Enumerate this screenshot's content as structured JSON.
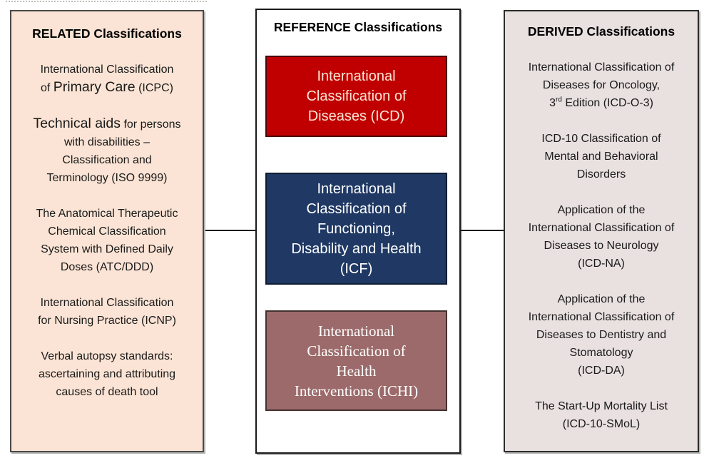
{
  "colors": {
    "related_bg": "#FBE4D5",
    "derived_bg": "#E9E0E0",
    "icd_bg": "#C00000",
    "icd_text": "#FBE5D6",
    "icf_bg": "#1F3864",
    "icf_text": "#FFFFFF",
    "ichi_bg": "#9C6A6A",
    "ichi_text": "#FFFFFF",
    "connector": "#1A1A1A",
    "text": "#1A1A1A"
  },
  "related": {
    "title": "RELATED Classifications",
    "item1": {
      "pre": "International Classification\nof ",
      "big": "Primary Care",
      "post": " (ICPC)"
    },
    "item2": {
      "big": "Technical aids",
      "post": " for persons\nwith disabilities –\nClassification and\nTerminology (ISO 9999)"
    },
    "item3": "The Anatomical Therapeutic\nChemical Classification\nSystem with Defined Daily\nDoses (ATC/DDD)",
    "item4": "International Classification\nfor Nursing Practice (ICNP)",
    "item5": "Verbal autopsy standards:\nascertaining and attributing\ncauses of death tool"
  },
  "reference": {
    "title": "REFERENCE Classifications",
    "icd": {
      "label": "International\nClassification of\nDiseases (ICD)"
    },
    "icf": {
      "label": "International\nClassification of\nFunctioning,\nDisability and Health\n(ICF)"
    },
    "ichi": {
      "label": "International\nClassification of\nHealth\nInterventions (ICHI)"
    }
  },
  "derived": {
    "title": "DERIVED Classifications",
    "item1": {
      "pre": "International Classification of\nDiseases for Oncology,\n3",
      "sup": "rd",
      "post": " Edition (ICD-O-3)"
    },
    "item2": "ICD-10 Classification of\nMental and Behavioral\nDisorders",
    "item3": "Application of the\nInternational Classification of\nDiseases to Neurology\n(ICD-NA)",
    "item4": "Application of the\nInternational Classification of\nDiseases to Dentistry and\nStomatology\n(ICD-DA)",
    "item5": "The Start-Up Mortality List\n(ICD-10-SMoL)"
  }
}
